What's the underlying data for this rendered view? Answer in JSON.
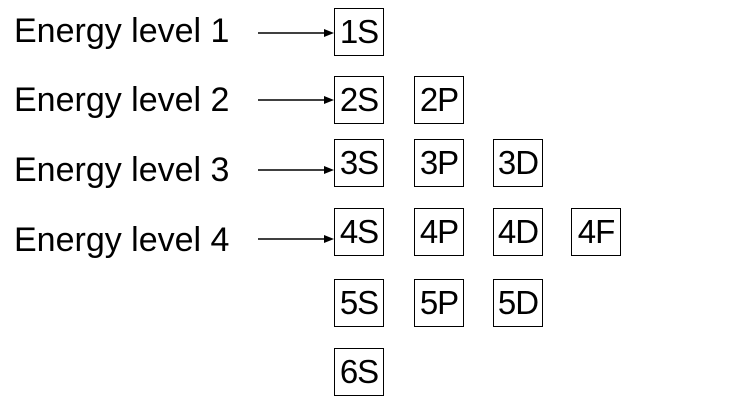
{
  "levels": [
    {
      "label": "Energy level 1"
    },
    {
      "label": "Energy level 2"
    },
    {
      "label": "Energy level 3"
    },
    {
      "label": "Energy level 4"
    }
  ],
  "orbital_rows": [
    [
      "1S"
    ],
    [
      "2S",
      "2P"
    ],
    [
      "3S",
      "3P",
      "3D"
    ],
    [
      "4S",
      "4P",
      "4D",
      "4F"
    ],
    [
      "5S",
      "5P",
      "5D"
    ],
    [
      "6S"
    ]
  ]
}
